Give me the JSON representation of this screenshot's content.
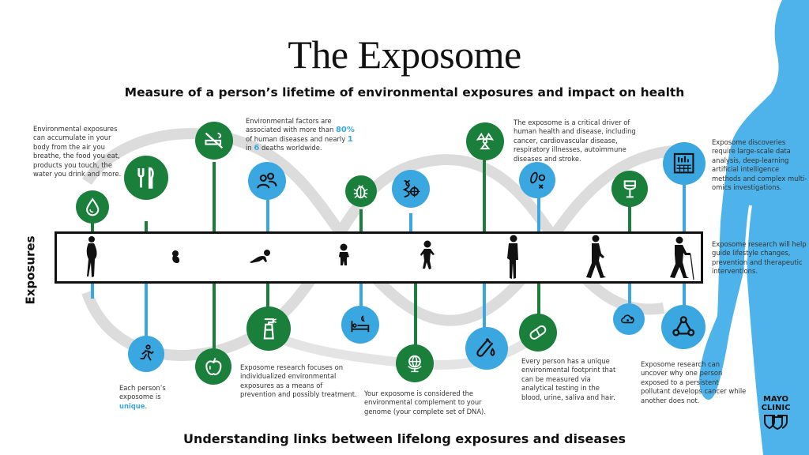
{
  "header": {
    "title": "The Exposome",
    "subtitle": "Measure of a person’s lifetime of environmental exposures and impact on health"
  },
  "footer": {
    "title": "Understanding links between lifelong exposures and diseases"
  },
  "axis": {
    "label": "Exposures"
  },
  "colors": {
    "green": "#1a7f3a",
    "blue": "#3aa7e0",
    "helix_gray": "#d9d9d9",
    "silhouette_blue": "#4db3ea",
    "text": "#222222"
  },
  "life_stages": [
    {
      "name": "pregnant-woman",
      "label": "Pregnancy"
    },
    {
      "name": "fetus",
      "label": "Infant"
    },
    {
      "name": "crawling-baby",
      "label": "Crawling baby"
    },
    {
      "name": "toddler",
      "label": "Toddler"
    },
    {
      "name": "running-child",
      "label": "Child"
    },
    {
      "name": "standing-adult",
      "label": "Adult"
    },
    {
      "name": "walking-adult",
      "label": "Walking adult"
    },
    {
      "name": "elder-with-cane",
      "label": "Elder"
    }
  ],
  "top_icons": [
    {
      "icon": "water-drop-icon",
      "color": "green"
    },
    {
      "icon": "fork-knife-icon",
      "color": "green"
    },
    {
      "icon": "no-smoking-icon",
      "color": "green"
    },
    {
      "icon": "people-icon",
      "color": "blue"
    },
    {
      "icon": "bug-icon",
      "color": "green"
    },
    {
      "icon": "dna-target-icon",
      "color": "blue"
    },
    {
      "icon": "radiation-icon",
      "color": "green"
    },
    {
      "icon": "microbes-icon",
      "color": "blue"
    },
    {
      "icon": "wine-glass-icon",
      "color": "green"
    },
    {
      "icon": "data-computer-icon",
      "color": "blue"
    }
  ],
  "bottom_icons": [
    {
      "icon": "running-person-icon",
      "color": "blue"
    },
    {
      "icon": "apple-icon",
      "color": "green"
    },
    {
      "icon": "spray-bottle-icon",
      "color": "green"
    },
    {
      "icon": "sleep-bed-icon",
      "color": "blue"
    },
    {
      "icon": "globe-icon",
      "color": "green"
    },
    {
      "icon": "test-tube-icon",
      "color": "blue"
    },
    {
      "icon": "pill-icon",
      "color": "green"
    },
    {
      "icon": "cloud-network-icon",
      "color": "blue"
    },
    {
      "icon": "cycle-network-icon",
      "color": "blue"
    }
  ],
  "notes": {
    "accumulate": "Environmental exposures can accumulate in your body from the air you breathe, the food you eat, products you touch, the water you drink and more.",
    "factors_pre": "Environmental factors are associated with more than ",
    "factors_pct": "80%",
    "factors_mid": " of human diseases and nearly ",
    "factors_one": "1",
    "factors_in": " in ",
    "factors_six": "6",
    "factors_post": " deaths worldwide.",
    "driver": "The exposome is a critical driver of human health and disease, including cancer, cardiovascular disease, respiratory illnesses, autoimmune diseases and stroke.",
    "discoveries": "Exposome discoveries require large-scale data analysis, deep-learning artificial intelligence methods and complex multi-omics investigations.",
    "lifestyle": "Exposome research will help guide lifestyle changes, prevention and therapeutic interventions.",
    "unique_pre": "Each person’s exposome is ",
    "unique_word": "unique",
    "unique_post": ".",
    "individualized": "Exposome research focuses on individualized environmental exposures as a means of prevention and possibly treatment.",
    "complement": "Your exposome is considered the environmental complement to your genome (your complete set of DNA).",
    "footprint": "Every person has a unique environmental footprint that can be measured via analytical testing in the blood, urine, saliva and hair.",
    "uncover": "Exposome research can uncover why one person exposed to a persistent pollutant develops cancer while another does not."
  },
  "logo": {
    "line1": "MAYO",
    "line2": "CLINIC"
  }
}
